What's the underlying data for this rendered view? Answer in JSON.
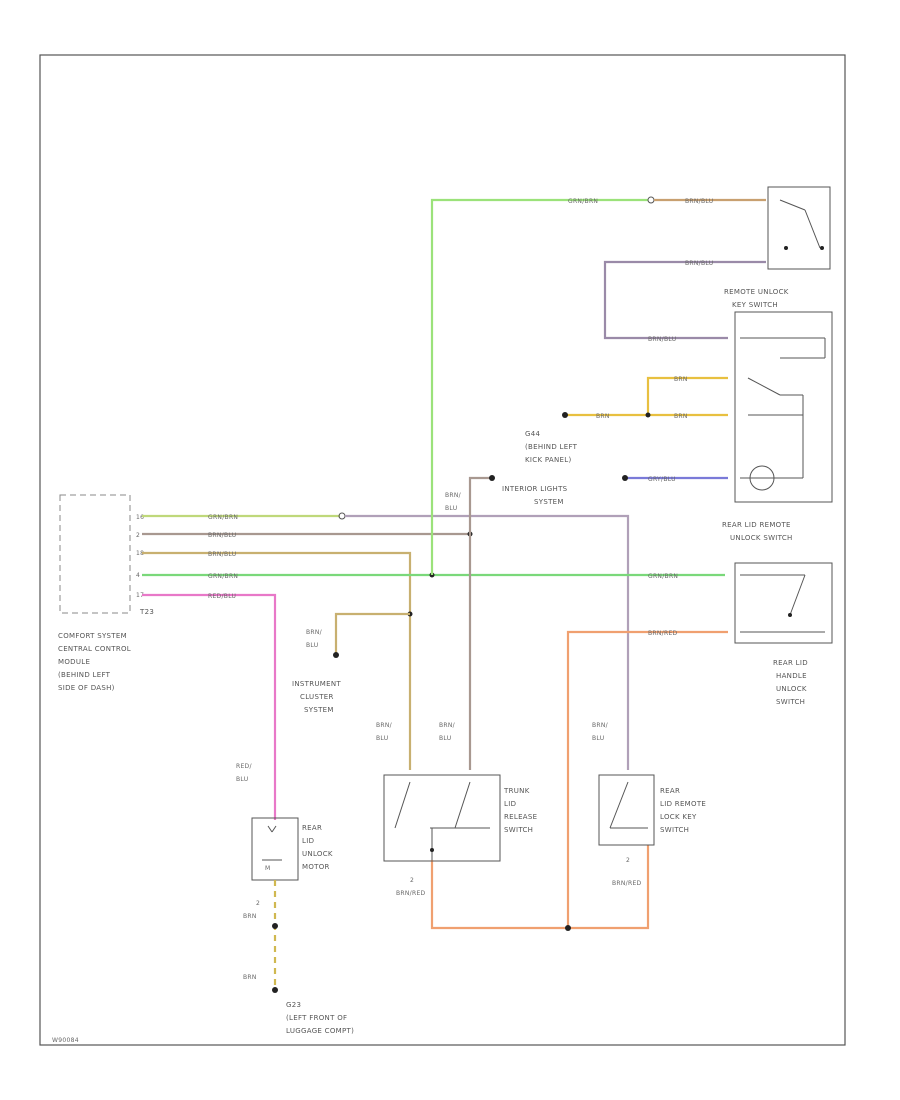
{
  "colors": {
    "green": "#9be27a",
    "brown": "#c8a070",
    "violet": "#8e86b8",
    "brownBlack": "#b0a58a",
    "yellowBrown": "#e8c040",
    "pink": "#e878c8",
    "orange": "#f0a070",
    "greenViolet": "#bfd87a",
    "blueviolet": "#7a7ad8"
  },
  "labels": {
    "t23": "T23",
    "ccm": [
      "COMFORT SYSTEM",
      "CENTRAL CONTROL",
      "MODULE",
      "(BEHIND LEFT",
      "SIDE OF DASH)"
    ],
    "remoteSwitch": [
      "REMOTE UNLOCK",
      "KEY SWITCH"
    ],
    "g44": [
      "G44",
      "(BEHIND LEFT",
      "KICK PANEL)"
    ],
    "interiorLights": [
      "INTERIOR LIGHTS",
      "SYSTEM"
    ],
    "brnBluTop": [
      "BRN/",
      "BLU"
    ],
    "rearLidRemote": [
      "REAR LID REMOTE",
      "UNLOCK SWITCH"
    ],
    "instrument": [
      "INSTRUMENT",
      "CLUSTER",
      "SYSTEM"
    ],
    "brnBluInst": [
      "BRN/",
      "BLU"
    ],
    "rearLidHandle": [
      "REAR LID",
      "HANDLE",
      "UNLOCK",
      "SWITCH"
    ],
    "brnBlu1": [
      "BRN/",
      "BLU"
    ],
    "brnBlu2": [
      "BRN/",
      "BLU"
    ],
    "brnBlu3": [
      "BRN/",
      "BLU"
    ],
    "redBlu": [
      "RED/",
      "BLU"
    ],
    "trunkLid": [
      "TRUNK",
      "LID",
      "RELEASE",
      "SWITCH"
    ],
    "rearLidLock": [
      "REAR",
      "LID REMOTE",
      "LOCK KEY",
      "SWITCH"
    ],
    "motor": [
      "REAR",
      "LID",
      "UNLOCK",
      "MOTOR"
    ],
    "shared1": [
      "2",
      "BRN/RED"
    ],
    "shared2": [
      "2",
      "BRN/RED"
    ],
    "brn2": [
      "2",
      "BRN"
    ],
    "brn": "BRN",
    "g23": [
      "G23",
      "(LEFT FRONT OF",
      "LUGGAGE COMPT)"
    ],
    "footer": "W90084"
  },
  "wires": {
    "w1": "GRN/BRN",
    "w2": "BRN/BLU",
    "w3": "BRN/BLU",
    "w4": "BRN/BLU",
    "w5": "BRN",
    "w6": "BRN",
    "w7": "BRN/BLU",
    "w8": "GRY/BLU",
    "w9": "GRN/BRN",
    "w10": "BRN/RED",
    "c1": "GRN/BRN",
    "c2": "BRN/BLU",
    "c3": "BRN/BLU",
    "c4": "GRN/BRN",
    "c5": "RED/BLU"
  },
  "pins": [
    "16",
    "2",
    "18",
    "4",
    "17"
  ]
}
